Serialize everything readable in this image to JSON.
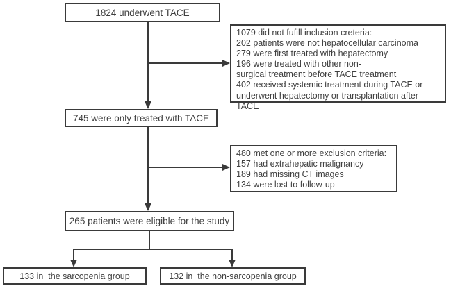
{
  "diagram": {
    "type": "study-flowchart",
    "colors": {
      "border": "#3a3a3a",
      "line": "#3a3a3a",
      "text": "#3f3f3f",
      "background": "#ffffff"
    },
    "nodes": {
      "enrollment": {
        "text": "1824 underwent TACE"
      },
      "exclusion1": {
        "text": "1079 did not fufill inclusion creteria:\n202 patients were not hepatocellular carcinoma\n279 were first treated with hepatectomy\n196 were treated with other non-\nsurgical treatment before TACE treatment\n402 received systemic treatment during TACE or\nunderwent hepatectomy or transplantation after TACE"
      },
      "tace_only": {
        "text": "745 were only treated with TACE"
      },
      "exclusion2": {
        "text": "480 met one or more exclusion criteria:\n157 had extrahepatic malignancy\n189 had missing CT images\n134 were lost to follow-up"
      },
      "eligible": {
        "text": "265 patients were eligible for the study"
      },
      "sarcopenia_group": {
        "text": "133 in  the sarcopenia group"
      },
      "non_sarcopenia_group": {
        "text": "132 in  the non-sarcopenia group"
      }
    }
  }
}
